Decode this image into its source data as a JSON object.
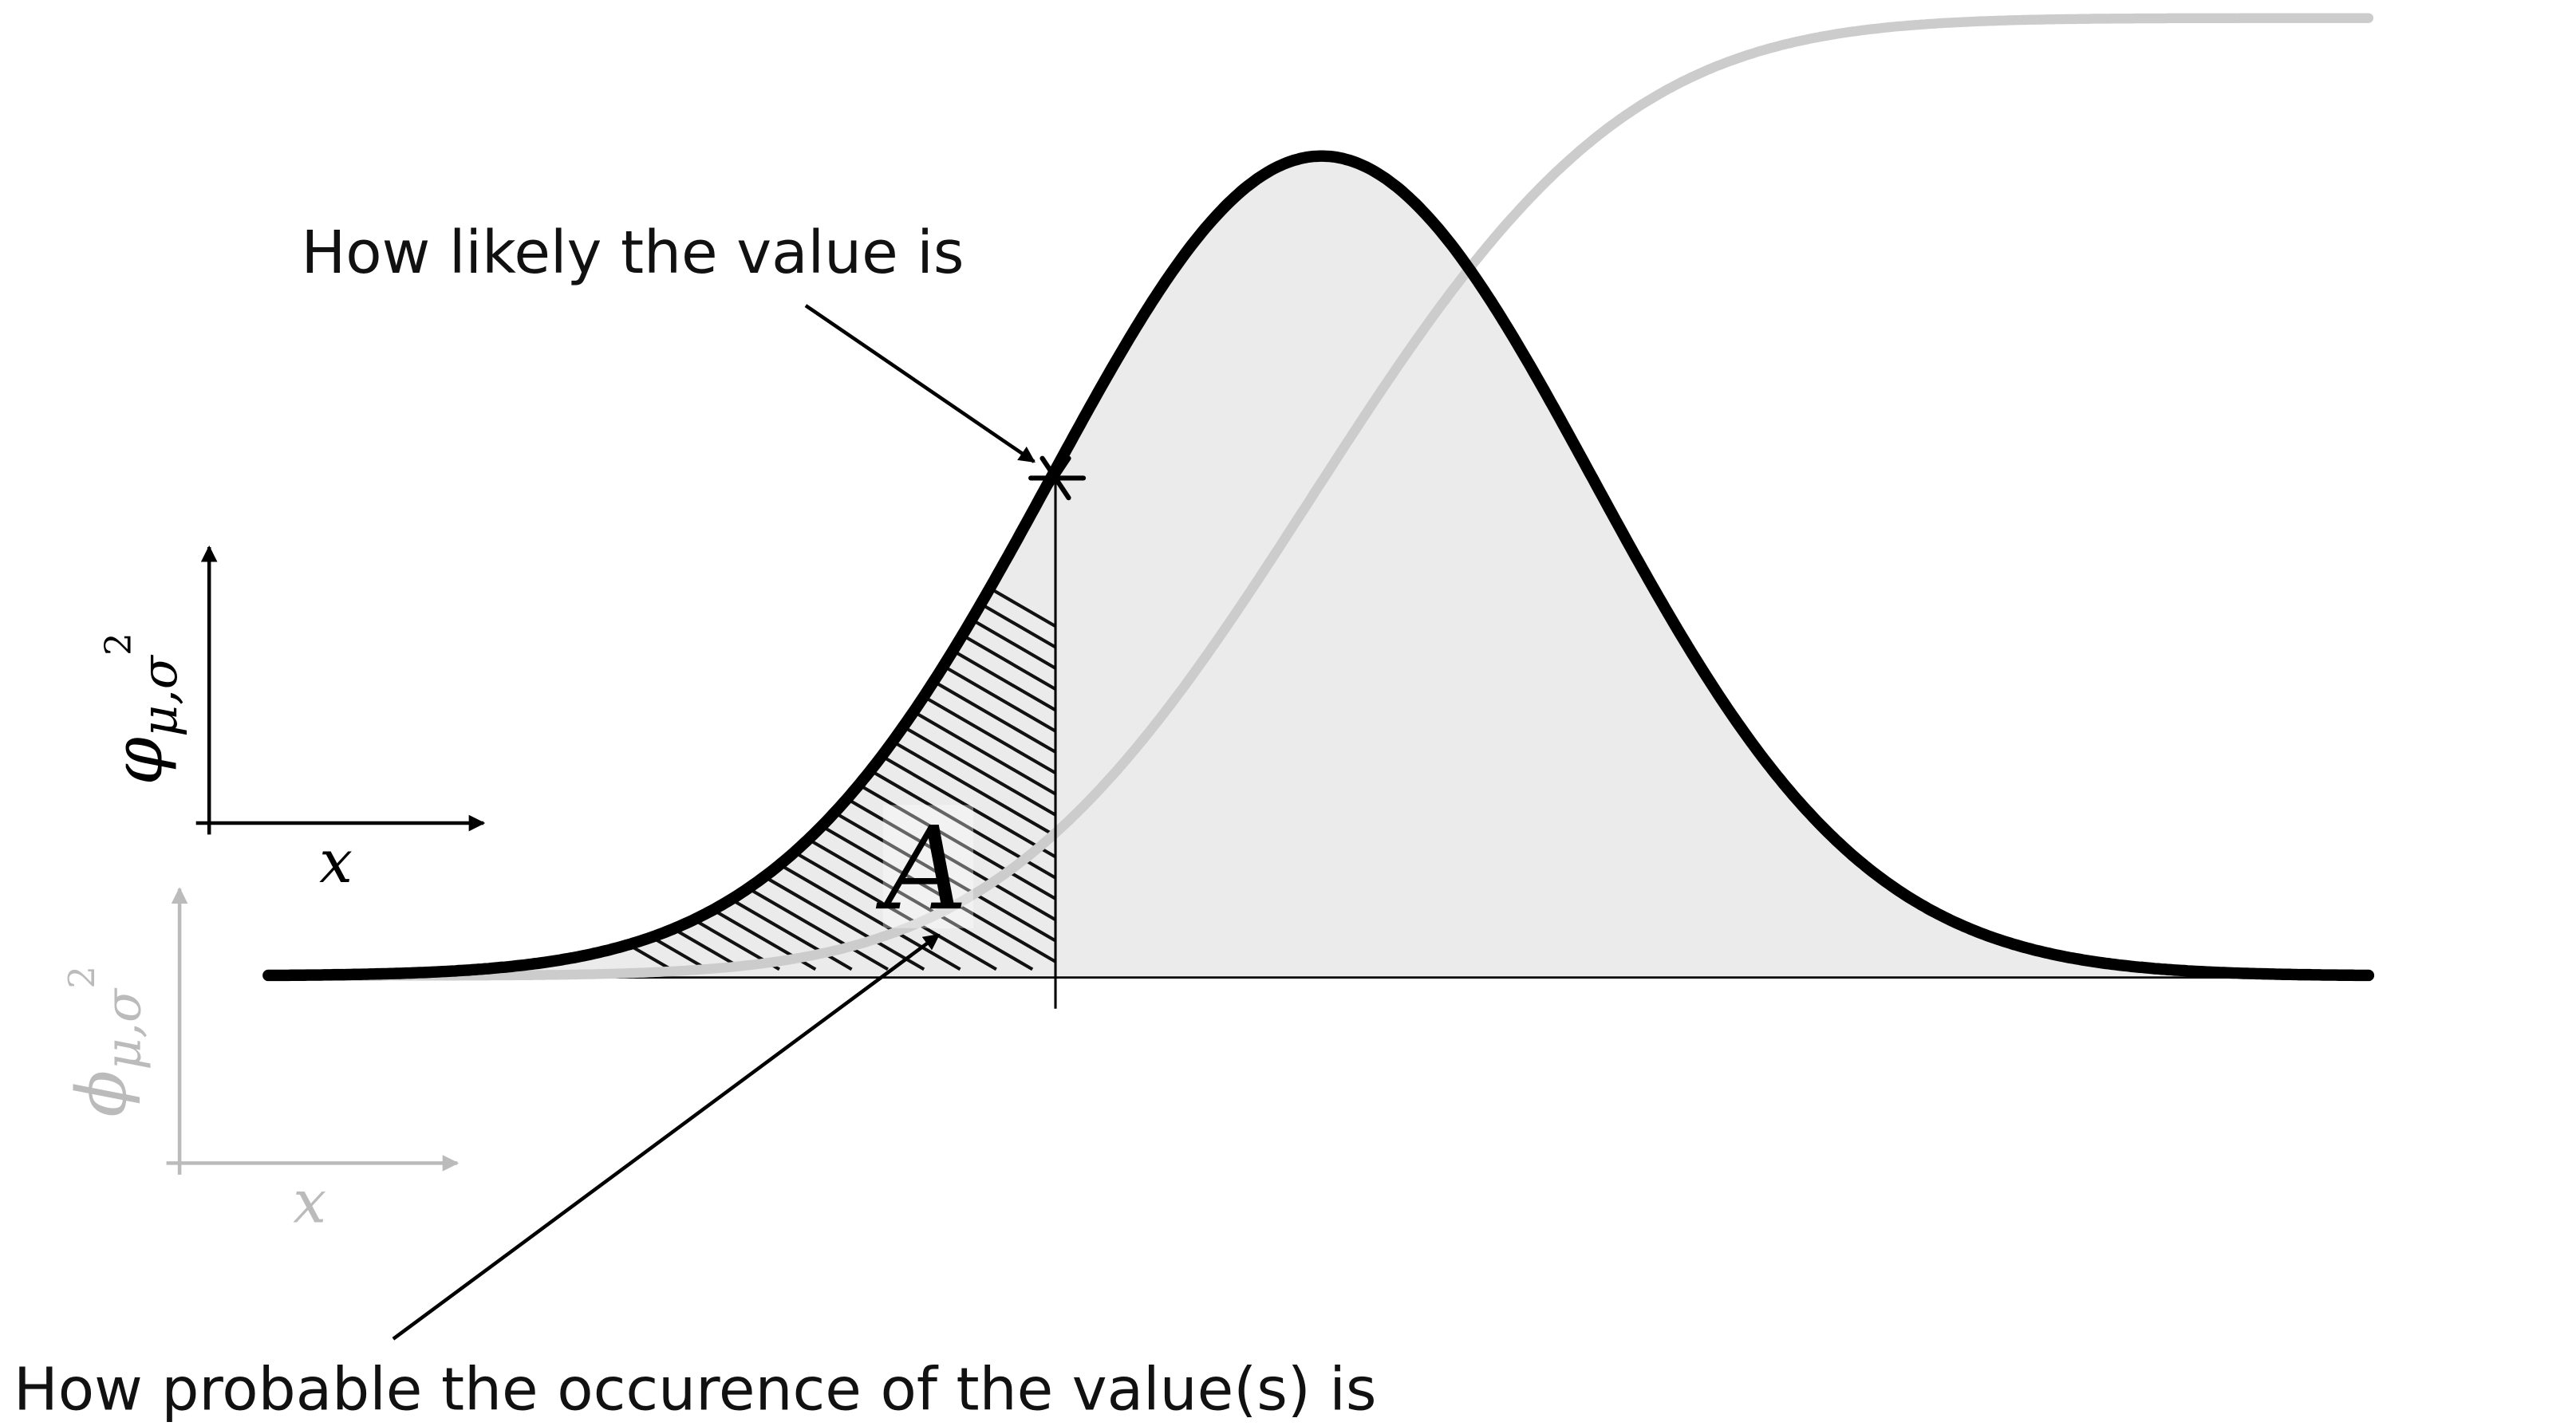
{
  "annotations": {
    "density_label": "How likely the value is",
    "probability_label": "How probable the occurence of the value(s) is"
  },
  "area_label": "A",
  "legend": {
    "pdf": {
      "func": "φ",
      "sub": "μ,σ",
      "sup": "2",
      "x": "x"
    },
    "cdf": {
      "func": "ϕ",
      "sub": "μ,σ",
      "sup": "2",
      "x": "x"
    }
  },
  "colors": {
    "pdf_stroke": "#000000",
    "pdf_fill": "#ebebeb",
    "cdf_stroke": "#cccccc",
    "cdf_legend": "#bbbbbb",
    "hatch": "#111111"
  }
}
